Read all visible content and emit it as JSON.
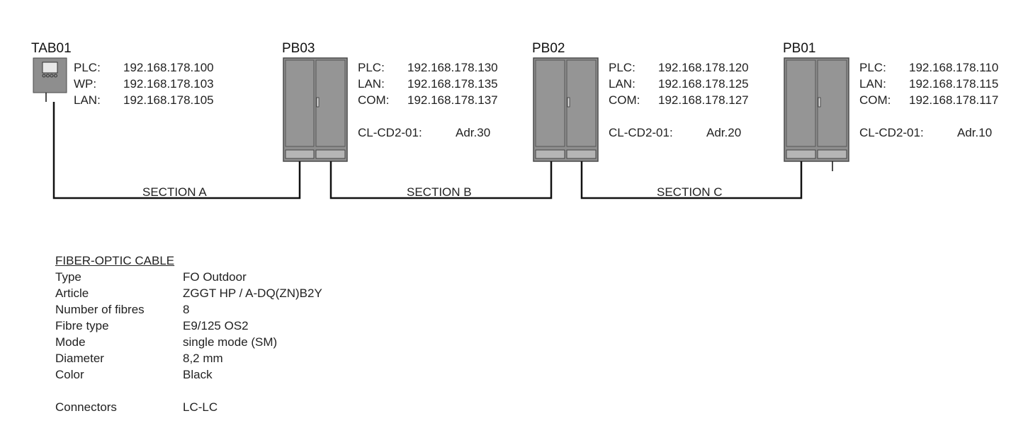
{
  "devices": {
    "tab01": {
      "name": "TAB01",
      "rows": [
        {
          "key": "PLC:",
          "value": "192.168.178.100"
        },
        {
          "key": "WP:",
          "value": "192.168.178.103"
        },
        {
          "key": "LAN:",
          "value": "192.168.178.105"
        }
      ]
    },
    "pb03": {
      "name": "PB03",
      "rows": [
        {
          "key": "PLC:",
          "value": "192.168.178.130"
        },
        {
          "key": "LAN:",
          "value": "192.168.178.135"
        },
        {
          "key": "COM:",
          "value": "192.168.178.137"
        }
      ],
      "cl_label": "CL-CD2-01:",
      "cl_value": "Adr.30"
    },
    "pb02": {
      "name": "PB02",
      "rows": [
        {
          "key": "PLC:",
          "value": "192.168.178.120"
        },
        {
          "key": "LAN:",
          "value": "192.168.178.125"
        },
        {
          "key": "COM:",
          "value": "192.168.178.127"
        }
      ],
      "cl_label": "CL-CD2-01:",
      "cl_value": "Adr.20"
    },
    "pb01": {
      "name": "PB01",
      "rows": [
        {
          "key": "PLC:",
          "value": "192.168.178.110"
        },
        {
          "key": "LAN:",
          "value": "192.168.178.115"
        },
        {
          "key": "COM:",
          "value": "192.168.178.117"
        }
      ],
      "cl_label": "CL-CD2-01:",
      "cl_value": "Adr.10"
    }
  },
  "sections": [
    "SECTION A",
    "SECTION B",
    "SECTION C"
  ],
  "cable": {
    "title": "FIBER-OPTIC CABLE",
    "rows": [
      {
        "key": "Type",
        "value": "FO Outdoor"
      },
      {
        "key": "Article",
        "value": "ZGGT HP / A-DQ(ZN)B2Y"
      },
      {
        "key": "Number of fibres",
        "value": "8"
      },
      {
        "key": "Fibre type",
        "value": "E9/125 OS2"
      },
      {
        "key": "Mode",
        "value": "single mode (SM)"
      },
      {
        "key": "Diameter",
        "value": "8,2 mm"
      },
      {
        "key": "Color",
        "value": "Black"
      }
    ],
    "connectors_key": "Connectors",
    "connectors_value": "LC-LC"
  },
  "colors": {
    "line": "#111111",
    "cabinet_fill": "#8e8e8e",
    "cabinet_stroke": "#4a4a4a",
    "panel_fill": "#b5b5b5"
  }
}
